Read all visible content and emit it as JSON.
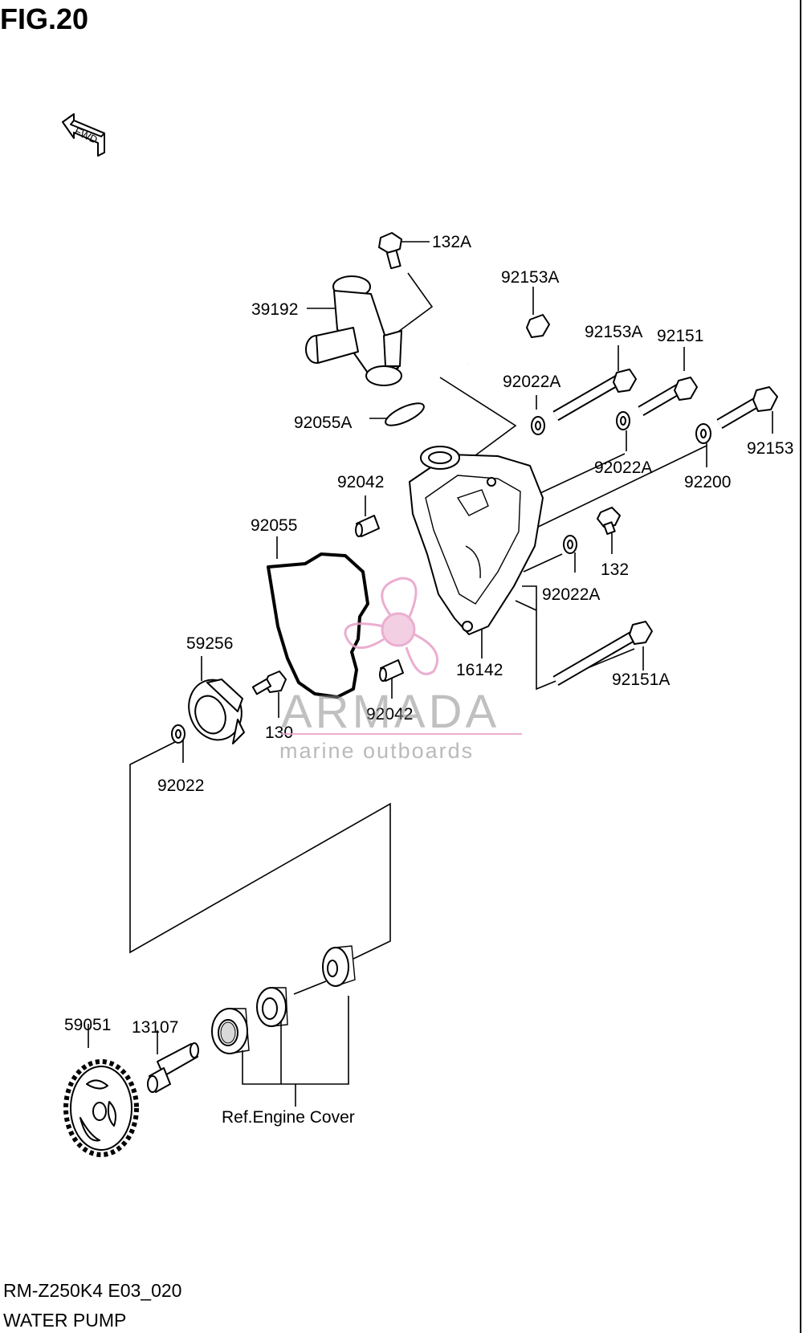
{
  "header": {
    "fig_title": "FIG.20"
  },
  "fwd_arrow": {
    "label": "FWD"
  },
  "part_labels": {
    "p132A": "132A",
    "p39192": "39192",
    "p92153A_1": "92153A",
    "p92153A_2": "92153A",
    "p92151": "92151",
    "p92022A_1": "92022A",
    "p92055A": "92055A",
    "p92153": "92153",
    "p92022A_2": "92022A",
    "p92200": "92200",
    "p92042_1": "92042",
    "p92055": "92055",
    "p132": "132",
    "p92022A_3": "92022A",
    "p59256": "59256",
    "p16142": "16142",
    "p92151A": "92151A",
    "p92042_2": "92042",
    "p130": "130",
    "p92022": "92022",
    "p59051": "59051",
    "p13107": "13107",
    "ref_engine_cover": "Ref.Engine Cover"
  },
  "watermark": {
    "brand": "ARMADA",
    "tagline": "marine outboards",
    "color": "#e8a0c8"
  },
  "footer": {
    "model_code": "RM-Z250K4 E03_020",
    "section_name": "WATER PUMP"
  }
}
